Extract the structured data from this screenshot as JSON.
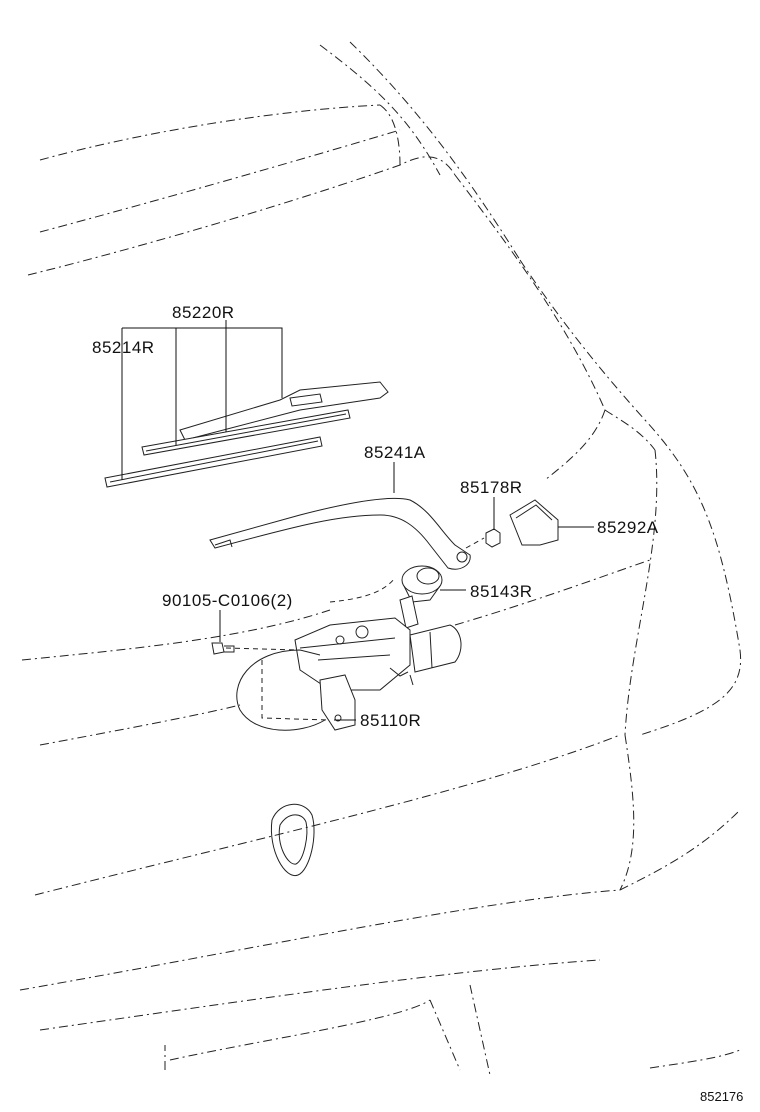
{
  "parts": {
    "wiper_blade_assy": "85220R",
    "blade_rubber": "85214R",
    "wiper_arm": "85241A",
    "nut": "85178R",
    "arm_cap": "85292A",
    "pivot_cap": "85143R",
    "bolt": "90105-C0106(2)",
    "wiper_motor": "85110R"
  },
  "diagram_id": "852176"
}
